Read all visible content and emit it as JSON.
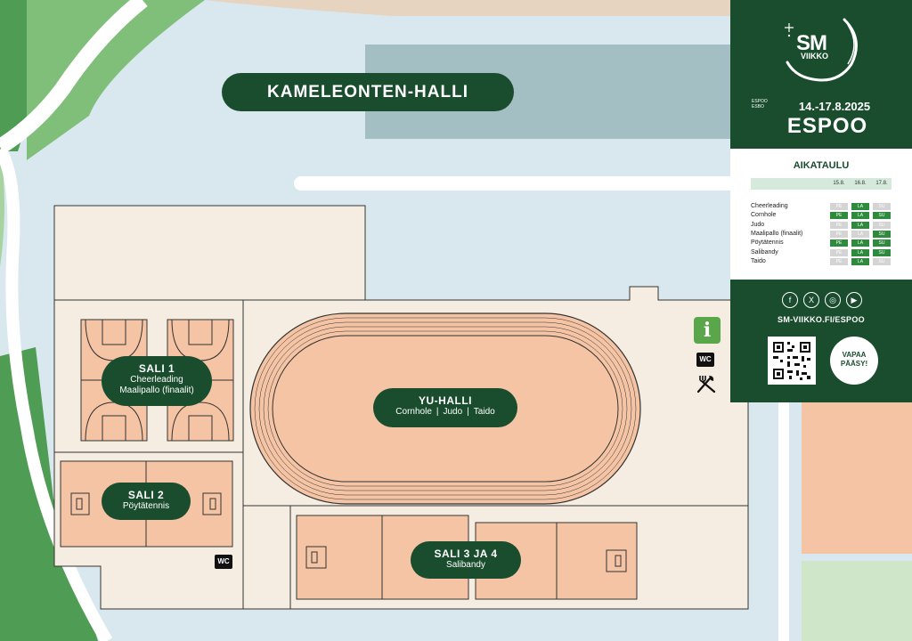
{
  "map": {
    "hall_name": "KAMELEONTEN-HALLI",
    "venues": {
      "sali1": {
        "title": "SALI 1",
        "line1": "Cheerleading",
        "line2": "Maalipallo (finaalit)"
      },
      "sali2": {
        "title": "SALI 2",
        "line1": "Pöytätennis"
      },
      "sali34": {
        "title": "SALI 3 JA 4",
        "line1": "Salibandy"
      },
      "yuhalli": {
        "title": "YU-HALLI",
        "sports": [
          "Cornhole",
          "Judo",
          "Taido"
        ]
      }
    },
    "wc_label": "WC",
    "info_label": "i"
  },
  "panel": {
    "logo_top": "SM",
    "logo_bottom": "VIIKKO",
    "espoo_mark": "ESPOO ESBO",
    "dates": "14.-17.8.2025",
    "city": "ESPOO",
    "schedule_title": "AIKATAULU",
    "day_dates": [
      "15.8.",
      "16.8.",
      "17.8."
    ],
    "day_names": [
      "PE",
      "LA",
      "SU"
    ],
    "schedule": [
      {
        "sport": "Cheerleading",
        "active": [
          false,
          true,
          false
        ]
      },
      {
        "sport": "Cornhole",
        "active": [
          true,
          true,
          true
        ]
      },
      {
        "sport": "Judo",
        "active": [
          false,
          true,
          false
        ]
      },
      {
        "sport": "Maalipallo (finaalit)",
        "active": [
          false,
          false,
          true
        ]
      },
      {
        "sport": "Pöytätennis",
        "active": [
          true,
          true,
          true
        ]
      },
      {
        "sport": "Salibandy",
        "active": [
          false,
          true,
          true
        ]
      },
      {
        "sport": "Taido",
        "active": [
          false,
          true,
          false
        ]
      }
    ],
    "social_icons": [
      "facebook-icon",
      "x-icon",
      "instagram-icon",
      "youtube-icon"
    ],
    "url": "SM-VIIKKO.FI/ESPOO",
    "badge_line1": "VAPAA",
    "badge_line2": "PÄÄSY!"
  },
  "colors": {
    "dark_green": "#1a4d2e",
    "active_green": "#2e8b3e",
    "court_salmon": "#f5c4a4",
    "floor_beige": "#f5ede2",
    "water": "#d9e8ee",
    "grass": "#4f9d54"
  }
}
